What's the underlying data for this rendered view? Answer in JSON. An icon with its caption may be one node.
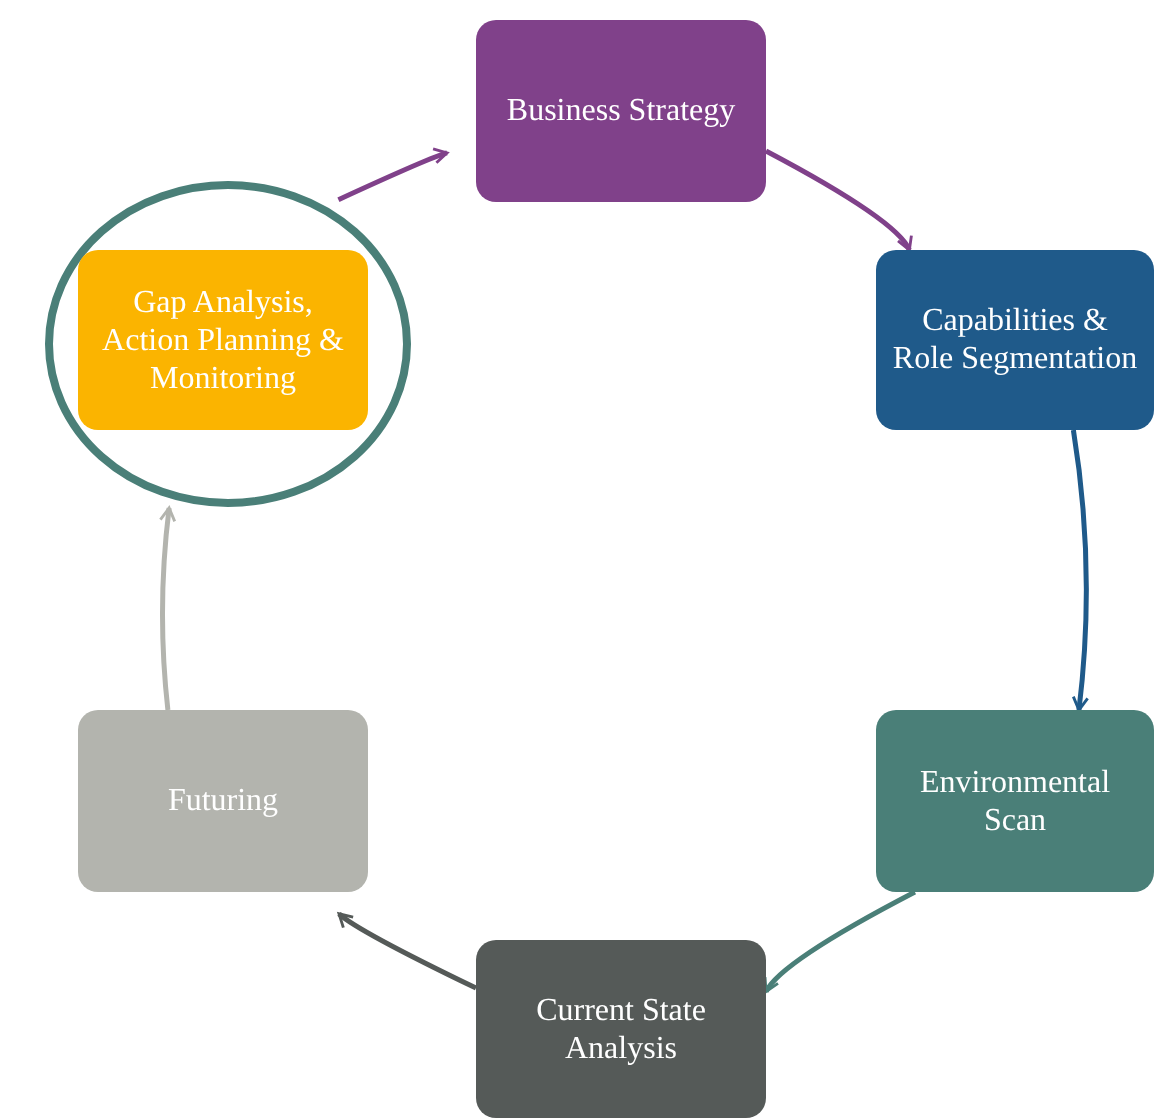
{
  "diagram": {
    "nodes": [
      {
        "text": [
          "Business Strategy"
        ]
      },
      {
        "text": [
          "Capabilities & Role Segmentation"
        ]
      },
      {
        "text": [
          "Environmental Scan"
        ]
      },
      {
        "text": [
          "Current State Analysis"
        ]
      },
      {
        "text": [
          "Futuring"
        ]
      },
      {
        "text": [],
        "shape": "circle"
      },
      {
        "text": [
          "Gap Analysis, Action Planning & Monitoring"
        ],
        "in": 5
      }
    ],
    "edges": [
      {
        "from": 0,
        "to": 1,
        "arrow": "to",
        "color": "#80418a"
      },
      {
        "from": 1,
        "to": 2,
        "arrow": "to",
        "color": "#1f5a8a"
      },
      {
        "from": 2,
        "to": 3,
        "arrow": "to",
        "color": "#4a7f78"
      },
      {
        "from": 3,
        "to": 4,
        "arrow": "to",
        "color": "#555a58"
      },
      {
        "from": 4,
        "to": 5,
        "arrow": "to",
        "color": "#b3b4ae"
      },
      {
        "from": 5,
        "to": 0,
        "arrow": "to",
        "color": "#80418a"
      }
    ]
  }
}
